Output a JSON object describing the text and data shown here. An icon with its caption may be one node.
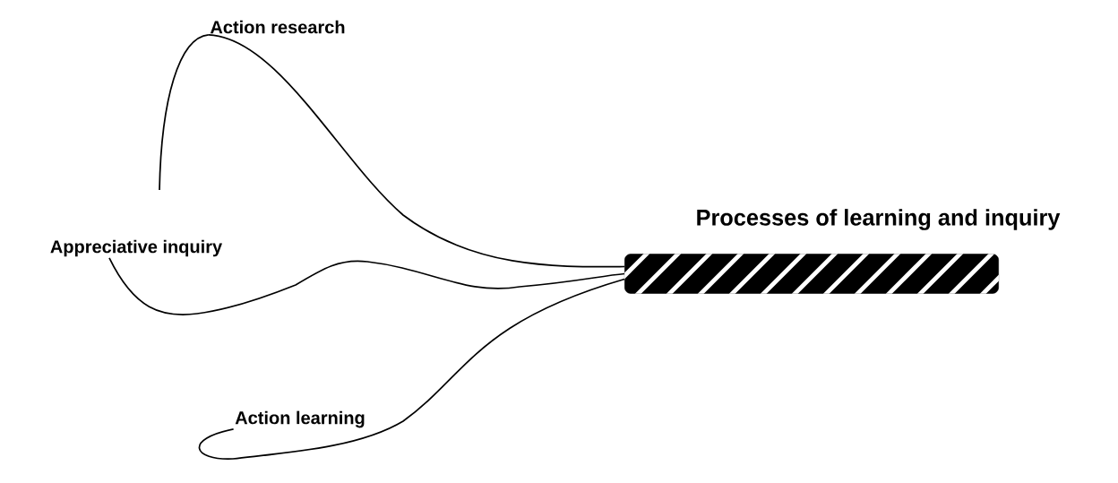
{
  "diagram": {
    "nodes": [
      {
        "text": [
          "Action research"
        ]
      },
      {
        "text": [
          "Appreciative inquiry"
        ]
      },
      {
        "text": [
          "Action learning"
        ]
      },
      {
        "text": [
          "Processes of learning and inquiry"
        ]
      }
    ],
    "edges": [
      {
        "from": 0,
        "to": 3,
        "arrow": "none"
      },
      {
        "from": 1,
        "to": 3,
        "arrow": "none"
      },
      {
        "from": 2,
        "to": 3,
        "arrow": "none"
      }
    ]
  }
}
